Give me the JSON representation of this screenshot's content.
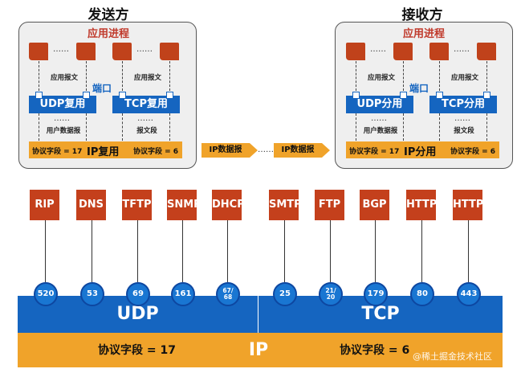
{
  "sender": {
    "title": "发送方",
    "app_title": "应用进程",
    "dots": "……",
    "app_msg_left": "应用报文",
    "app_msg_right": "应用报文",
    "port": "端口",
    "udp_mux": "UDP复用",
    "tcp_mux": "TCP复用",
    "user_datagram": "用户数据报",
    "segment": "报文段",
    "proto_field_udp": "协议字段 = 17",
    "ip_mux": "IP复用",
    "proto_field_tcp": "协议字段 = 6"
  },
  "receiver": {
    "title": "接收方",
    "app_title": "应用进程",
    "dots": "……",
    "app_msg_left": "应用报文",
    "app_msg_right": "应用报文",
    "port": "端口",
    "udp_demux": "UDP分用",
    "tcp_demux": "TCP分用",
    "user_datagram": "用户数据报",
    "segment": "报文段",
    "proto_field_udp": "协议字段 = 17",
    "ip_demux": "IP分用",
    "proto_field_tcp": "协议字段 = 6"
  },
  "transfer": {
    "ip_datagram_1": "IP数据报",
    "ip_datagram_2": "IP数据报",
    "dots": "……"
  },
  "protocols": [
    {
      "name": "RIP",
      "port": "520"
    },
    {
      "name": "DNS",
      "port": "53"
    },
    {
      "name": "TFTP",
      "port": "69"
    },
    {
      "name": "SNMP",
      "port": "161"
    },
    {
      "name": "DHCP",
      "port_top": "67/",
      "port_bottom": "68"
    },
    {
      "name": "SMTP",
      "port": "25"
    },
    {
      "name": "FTP",
      "port_top": "21/",
      "port_bottom": "20"
    },
    {
      "name": "BGP",
      "port": "179"
    },
    {
      "name": "HTTP",
      "port": "80"
    },
    {
      "name": "HTTPS",
      "port": "443"
    }
  ],
  "transport": {
    "udp": "UDP",
    "tcp": "TCP"
  },
  "network": {
    "ip": "IP",
    "proto_udp": "协议字段 = 17",
    "proto_tcp": "协议字段 = 6"
  },
  "watermark": "@稀土掘金技术社区",
  "colors": {
    "blue": "#1565c0",
    "orange": "#f0a32a",
    "red": "#c4401c"
  }
}
